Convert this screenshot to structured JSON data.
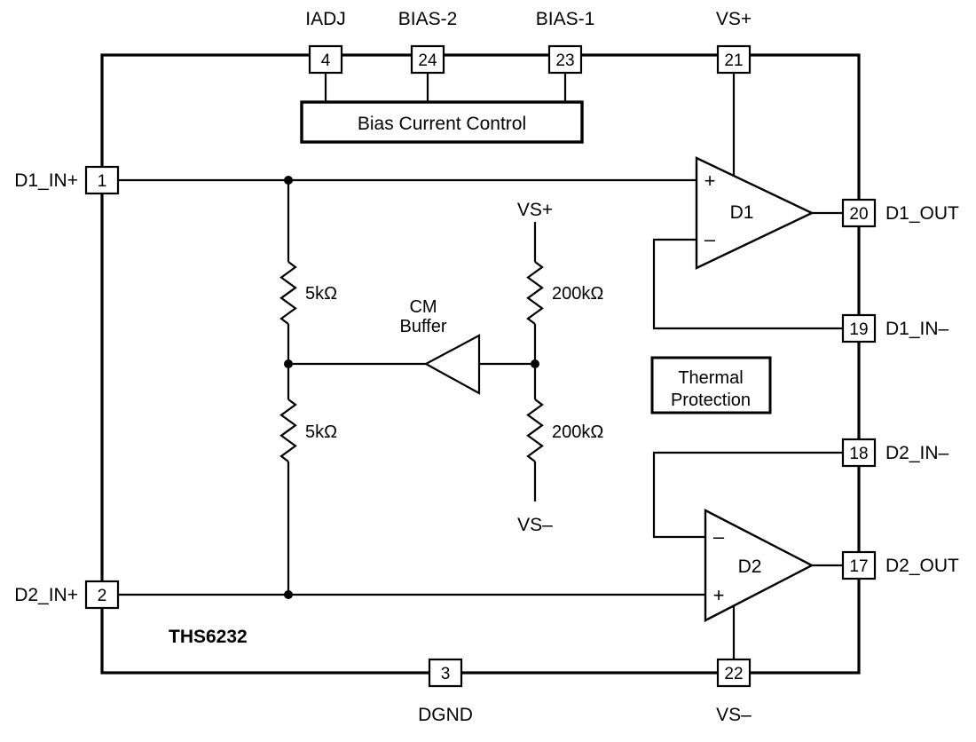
{
  "chip": {
    "name": "THS6232"
  },
  "colors": {
    "line": "#000000",
    "bg": "#ffffff"
  },
  "pins": {
    "iadj": {
      "num": "4",
      "label": "IADJ"
    },
    "bias2": {
      "num": "24",
      "label": "BIAS-2"
    },
    "bias1": {
      "num": "23",
      "label": "BIAS-1"
    },
    "vs_plus": {
      "num": "21",
      "label": "VS+"
    },
    "d1_in_p": {
      "num": "1",
      "label": "D1_IN+"
    },
    "d2_in_p": {
      "num": "2",
      "label": "D2_IN+"
    },
    "d1_out": {
      "num": "20",
      "label": "D1_OUT"
    },
    "d1_in_m": {
      "num": "19",
      "label": "D1_IN–"
    },
    "d2_in_m": {
      "num": "18",
      "label": "D2_IN–"
    },
    "d2_out": {
      "num": "17",
      "label": "D2_OUT"
    },
    "dgnd": {
      "num": "3",
      "label": "DGND"
    },
    "vs_minus": {
      "num": "22",
      "label": "VS–"
    }
  },
  "blocks": {
    "bias_control": {
      "label": "Bias Current Control"
    },
    "thermal": {
      "line1": "Thermal",
      "line2": "Protection"
    },
    "cm_buffer": {
      "line1": "CM",
      "line2": "Buffer"
    }
  },
  "opamps": {
    "d1": {
      "label": "D1",
      "plus": "+",
      "minus": "–"
    },
    "d2": {
      "label": "D2",
      "plus": "+",
      "minus": "–"
    }
  },
  "resistors": {
    "r1": {
      "value": "5kΩ"
    },
    "r2": {
      "value": "5kΩ"
    },
    "r3": {
      "value": "200kΩ"
    },
    "r4": {
      "value": "200kΩ"
    }
  },
  "supplies": {
    "vs_plus_internal": "VS+",
    "vs_minus_internal": "VS–"
  }
}
